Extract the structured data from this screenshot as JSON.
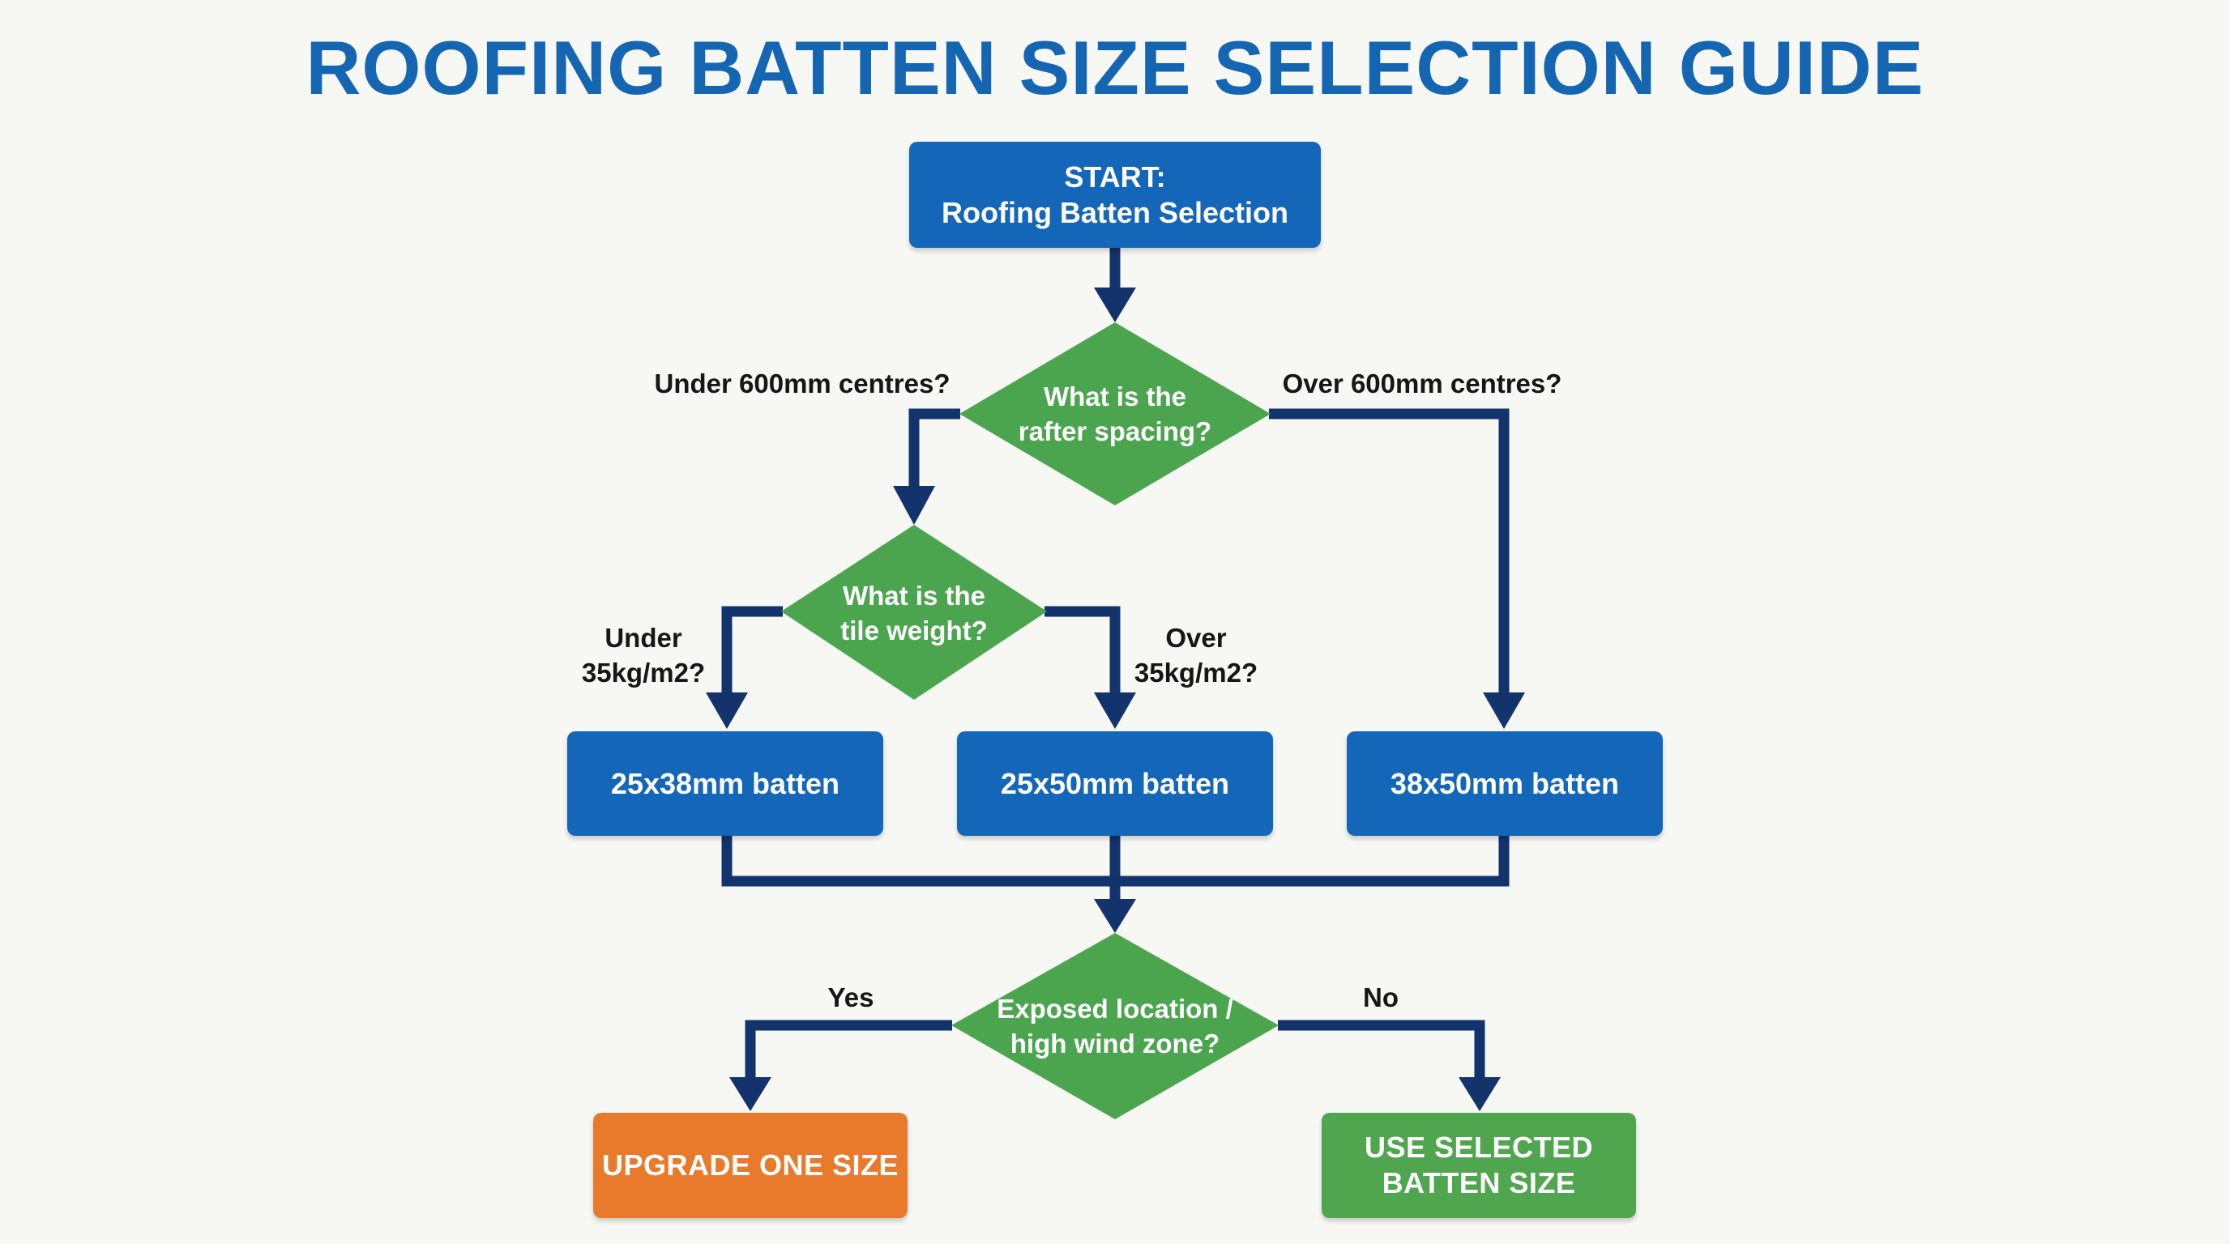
{
  "colors": {
    "title": "#1466b3",
    "process": "#1366b8",
    "decision": "#4ba54e",
    "connector": "#12336b",
    "upgrade": "#ea7a2b",
    "use_selected": "#4fa64e"
  },
  "title": "ROOFING BATTEN SIZE SELECTION GUIDE",
  "start": {
    "text": "START:\nRoofing Batten Selection"
  },
  "decisions": {
    "rafter": "What is the\nrafter spacing?",
    "tile": "What is the\ntile weight?",
    "exposed": "Exposed location /\nhigh wind zone?"
  },
  "edge_labels": {
    "under_600": "Under 600mm centres?",
    "over_600": "Over 600mm centres?",
    "under_35": "Under\n35kg/m2?",
    "over_35": "Over\n35kg/m2?",
    "yes": "Yes",
    "no": "No"
  },
  "outcomes": {
    "b25x38": "25x38mm batten",
    "b25x50": "25x50mm batten",
    "b38x50": "38x50mm batten"
  },
  "final": {
    "upgrade": "UPGRADE ONE SIZE",
    "use_selected": "USE SELECTED\nBATTEN SIZE"
  }
}
